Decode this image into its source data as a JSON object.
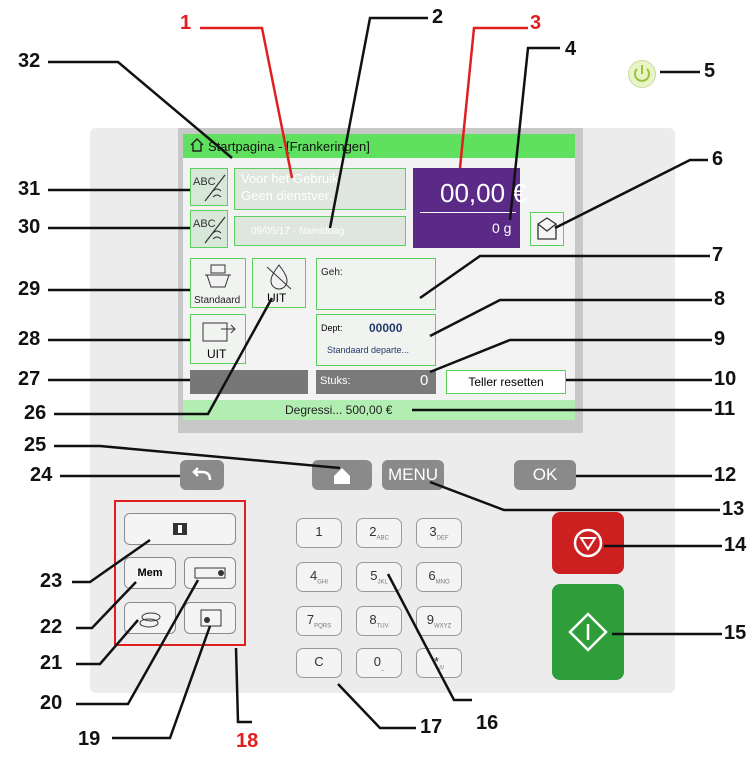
{
  "screen": {
    "title": "Startpagina - [Frankeringen]",
    "service_line1": "Voor het Gebruik",
    "service_line2": "Geen dienstver.",
    "date_field": "09/05/17 · Namiddag",
    "amount": "00,00 €",
    "weight": "0 g",
    "mode_label": "Standaard",
    "uit_label_top": "UIT",
    "uit_label_bottom": "UIT",
    "geh_label": "Geh:",
    "dept_label": "Dept:",
    "dept_value": "00000",
    "dept_name": "Standaard departe...",
    "stuks_label": "Stuks:",
    "stuks_value": "0",
    "reset_button": "Teller resetten",
    "status_bar": "Degressi... 500,00 €"
  },
  "keys": {
    "menu": "MENU",
    "ok": "OK",
    "mem": "Mem",
    "numpad": [
      {
        "main": "1",
        "sub": ""
      },
      {
        "main": "2",
        "sub": "ABC"
      },
      {
        "main": "3",
        "sub": "DEF"
      },
      {
        "main": "4",
        "sub": "GHI"
      },
      {
        "main": "5",
        "sub": "JKL"
      },
      {
        "main": "6",
        "sub": "MNO"
      },
      {
        "main": "7",
        "sub": "PQRS"
      },
      {
        "main": "8",
        "sub": "TUV"
      },
      {
        "main": "9",
        "sub": "WXYZ"
      },
      {
        "main": "C",
        "sub": ""
      },
      {
        "main": "0",
        "sub": "_"
      },
      {
        "main": "*",
        "sub": "#/"
      }
    ]
  },
  "callouts": [
    "1",
    "2",
    "3",
    "4",
    "5",
    "6",
    "7",
    "8",
    "9",
    "10",
    "11",
    "12",
    "13",
    "14",
    "15",
    "16",
    "17",
    "18",
    "19",
    "20",
    "21",
    "22",
    "23",
    "24",
    "25",
    "26",
    "27",
    "28",
    "29",
    "30",
    "31",
    "32"
  ],
  "colors": {
    "highlight": "#e02020",
    "screen_green": "#5fe05f",
    "amount_bg": "#5b2a86",
    "stop": "#cc1f1f",
    "start": "#2e9e3a"
  }
}
